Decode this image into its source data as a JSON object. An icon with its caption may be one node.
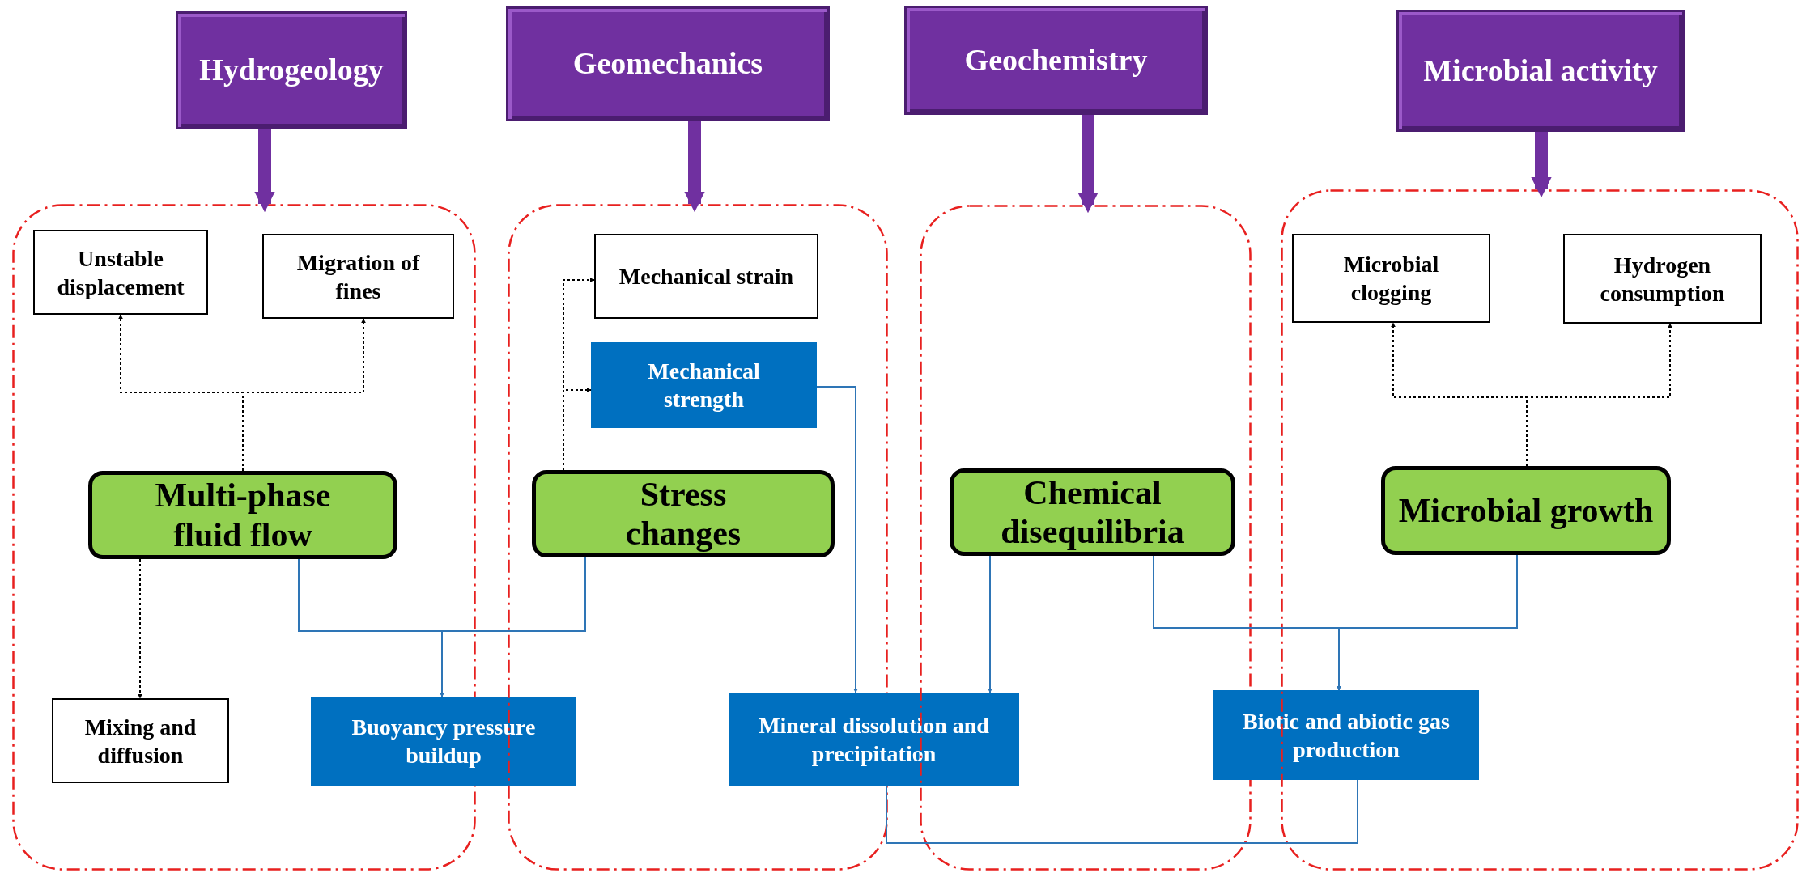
{
  "diagram": {
    "nodes": [
      {
        "text": [
          "Hydrogeology"
        ]
      },
      {
        "text": [
          "Geomechanics"
        ]
      },
      {
        "text": [
          "Geochemistry"
        ]
      },
      {
        "text": [
          "Microbial activity"
        ]
      },
      {
        "text": [],
        "shape": "box"
      },
      {
        "text": [
          "Unstable displacement"
        ],
        "in": 4
      },
      {
        "text": [
          "Migration of fines"
        ],
        "in": 4
      },
      {
        "text": [
          "Multi-phase fluid flow"
        ],
        "in": 4
      },
      {
        "text": [
          "Mixing and diffusion"
        ],
        "in": 4
      },
      {
        "text": [
          "Buoyancy pressure buildup"
        ]
      },
      {
        "text": [],
        "shape": "box"
      },
      {
        "text": [
          "Mechanical strain"
        ],
        "in": 10
      },
      {
        "text": [
          "Mechanical strength"
        ],
        "in": 10
      },
      {
        "text": [
          "Stress changes"
        ],
        "in": 10
      },
      {
        "text": [
          "Mineral dissolution and precipitation"
        ]
      },
      {
        "text": [],
        "shape": "box"
      },
      {
        "text": [
          "Chemical disequilibria"
        ],
        "in": 15
      },
      {
        "text": [
          "Biotic and abiotic gas production"
        ]
      },
      {
        "text": [],
        "shape": "box"
      },
      {
        "text": [
          "Microbial clogging"
        ],
        "in": 18
      },
      {
        "text": [
          "Hydrogen consumption"
        ],
        "in": 18
      },
      {
        "text": [
          "Microbial growth"
        ],
        "in": 18
      }
    ],
    "edges": [
      {
        "from": 0,
        "to": 4,
        "arrow": "to",
        "style": "thick",
        "color": "#7030a0"
      },
      {
        "from": 1,
        "to": 10,
        "arrow": "to",
        "style": "thick",
        "color": "#7030a0"
      },
      {
        "from": 2,
        "to": 15,
        "arrow": "to",
        "style": "thick",
        "color": "#7030a0"
      },
      {
        "from": 3,
        "to": 18,
        "arrow": "to",
        "style": "thick",
        "color": "#7030a0"
      },
      {
        "from": 7,
        "to": 5,
        "arrow": "to",
        "style": "dashed"
      },
      {
        "from": 7,
        "to": 6,
        "arrow": "to",
        "style": "dashed"
      },
      {
        "from": 7,
        "to": 8,
        "arrow": "to",
        "style": "dashed"
      },
      {
        "from": 13,
        "to": 11,
        "arrow": "to",
        "style": "dashed"
      },
      {
        "from": 13,
        "to": 12,
        "arrow": "to",
        "style": "dashed"
      },
      {
        "from": 7,
        "to": 9,
        "arrow": "to",
        "color": "#2e75b6"
      },
      {
        "from": 13,
        "to": 9,
        "arrow": "to",
        "color": "#2e75b6"
      },
      {
        "from": 12,
        "to": 14,
        "arrow": "to",
        "color": "#2e75b6"
      },
      {
        "from": 16,
        "to": 14,
        "arrow": "to",
        "color": "#2e75b6"
      },
      {
        "from": 16,
        "to": 17,
        "arrow": "to",
        "color": "#2e75b6"
      },
      {
        "from": 21,
        "to": 17,
        "arrow": "to",
        "color": "#2e75b6"
      },
      {
        "from": 21,
        "to": 19,
        "arrow": "to",
        "style": "dashed"
      },
      {
        "from": 21,
        "to": 20,
        "arrow": "to",
        "style": "dashed"
      },
      {
        "from": 17,
        "to": 14,
        "arrow": "none",
        "color": "#2e75b6"
      }
    ]
  }
}
